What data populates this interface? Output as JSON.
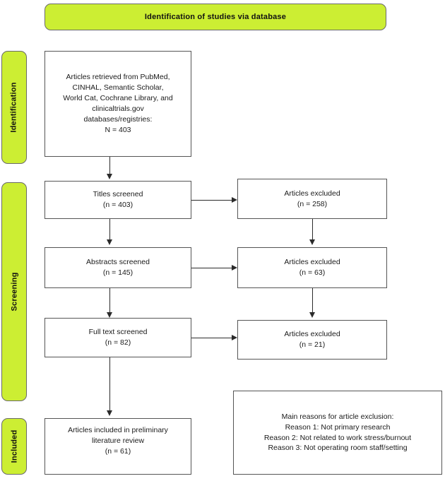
{
  "figure": {
    "type": "prisma-flow-diagram",
    "title_banner": "Identification of studies via database",
    "colors": {
      "banner_fill": "#ccee33",
      "box_border": "#555555",
      "connector": "#2b2b2b",
      "text": "#1a1a1a"
    }
  },
  "stages": {
    "identification": "Identification",
    "screening": "Screening",
    "included": "Included"
  },
  "boxes": {
    "records_identified": {
      "lines": [
        "Articles retrieved from PubMed,",
        "CINHAL, Semantic Scholar,",
        "World Cat, Cochrane Library, and",
        "clinicaltrials.gov",
        "databases/registries:",
        "N = 403"
      ]
    },
    "titles_screened": {
      "lines": [
        "Titles screened",
        "(n = 403)"
      ]
    },
    "titles_excluded": {
      "lines": [
        "Articles excluded",
        "(n = 258)"
      ]
    },
    "abstracts_screened": {
      "lines": [
        "Abstracts screened",
        "(n = 145)"
      ]
    },
    "abstracts_excluded": {
      "lines": [
        "Articles excluded",
        "(n = 63)"
      ]
    },
    "fulltext_screened": {
      "lines": [
        "Full text screened",
        "(n = 82)"
      ]
    },
    "fulltext_excluded": {
      "lines": [
        "Articles excluded",
        "(n = 21)"
      ]
    },
    "studies_included": {
      "lines": [
        "Articles included in preliminary",
        "literature review",
        "(n = 61)"
      ]
    },
    "exclusion_reasons": {
      "lines": [
        "Main reasons for article exclusion:",
        "Reason 1: Not primary research",
        "Reason 2: Not related to work stress/burnout",
        "Reason 3: Not operating room staff/setting"
      ]
    }
  },
  "chart_data": {
    "type": "table",
    "title": "Identification of studies via database",
    "categories": [
      "Articles retrieved (N)",
      "Titles screened (n)",
      "Titles excluded (n)",
      "Abstracts screened (n)",
      "Abstracts excluded (n)",
      "Full text screened (n)",
      "Full text excluded (n)",
      "Articles included (n)"
    ],
    "values": [
      403,
      403,
      258,
      145,
      63,
      82,
      21,
      61
    ]
  }
}
